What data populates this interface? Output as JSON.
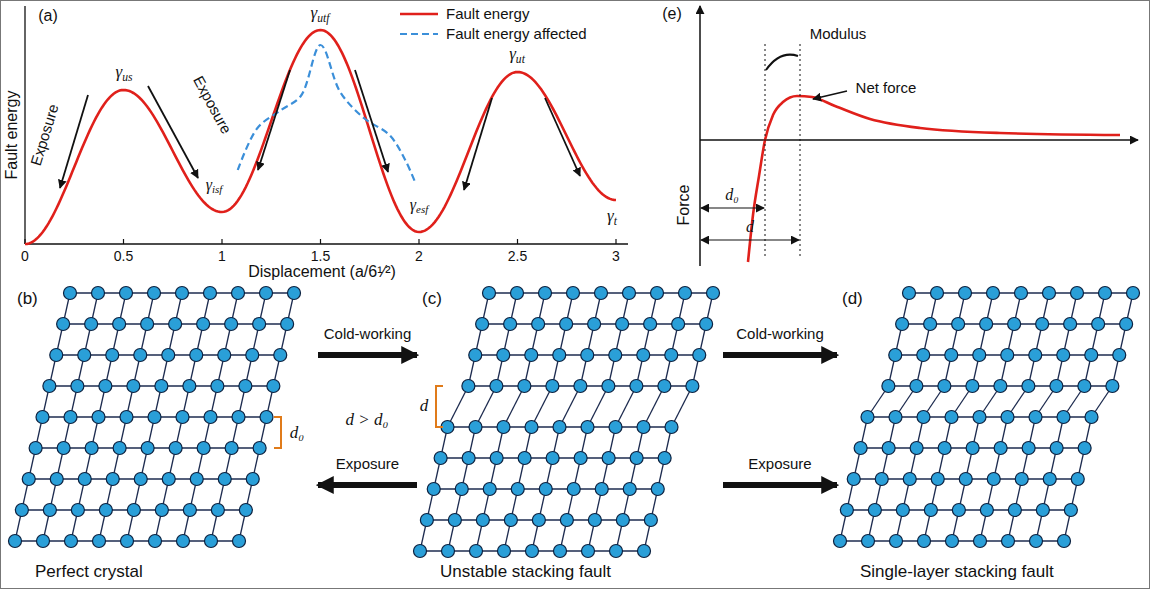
{
  "diagram": {
    "nodes": [
      {
        "text": [
          "(b)",
          "Perfect crystal"
        ]
      },
      {
        "text": [
          "(c)",
          "Unstable stacking fault"
        ]
      },
      {
        "text": [
          "(d)",
          "Single-layer stacking fault"
        ]
      }
    ],
    "edges": [
      {
        "from": 0,
        "to": 1,
        "arrow": "to",
        "label": "Cold-working"
      },
      {
        "from": 1,
        "to": 0,
        "arrow": "to",
        "label": "Exposure"
      },
      {
        "from": 1,
        "to": 2,
        "arrow": "to",
        "label": "Cold-working"
      },
      {
        "from": 1,
        "to": 2,
        "arrow": "to",
        "label": "Exposure"
      }
    ],
    "labels": [
      "(a)",
      "Exposure",
      "Exposure",
      "γus",
      "γisf",
      "γutf",
      "γesf",
      "γut",
      "γt",
      "Fault energy",
      "Displacement (a/6¹⁄²)",
      "0",
      "0.5",
      "1",
      "1.5",
      "2",
      "2.5",
      "3",
      "(e)",
      "Modulus",
      "Net force",
      "Force",
      "d₀",
      "d",
      "d₀",
      "d > d₀",
      "d"
    ],
    "legend": [
      {
        "text": "Fault energy"
      },
      {
        "text": "Fault energy affected"
      }
    ]
  }
}
